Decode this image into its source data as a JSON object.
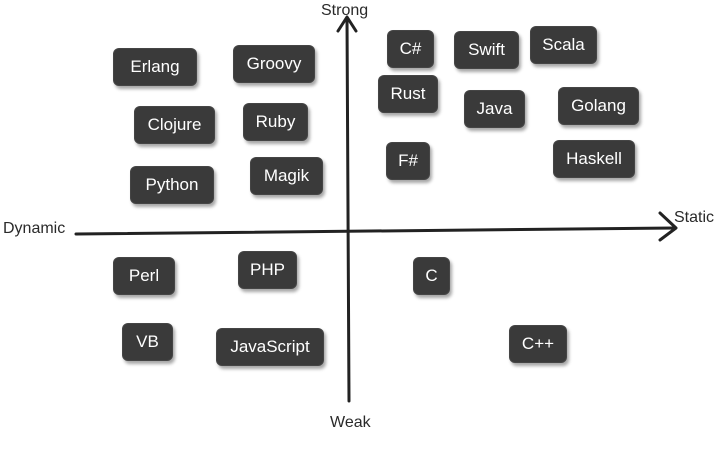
{
  "axes": {
    "top": "Strong",
    "bottom": "Weak",
    "left": "Dynamic",
    "right": "Static"
  },
  "languages": [
    {
      "name": "Erlang"
    },
    {
      "name": "Groovy"
    },
    {
      "name": "C#"
    },
    {
      "name": "Swift"
    },
    {
      "name": "Scala"
    },
    {
      "name": "Rust"
    },
    {
      "name": "Java"
    },
    {
      "name": "Golang"
    },
    {
      "name": "Clojure"
    },
    {
      "name": "Ruby"
    },
    {
      "name": "F#"
    },
    {
      "name": "Haskell"
    },
    {
      "name": "Python"
    },
    {
      "name": "Magik"
    },
    {
      "name": "Perl"
    },
    {
      "name": "PHP"
    },
    {
      "name": "C"
    },
    {
      "name": "VB"
    },
    {
      "name": "JavaScript"
    },
    {
      "name": "C++"
    }
  ]
}
